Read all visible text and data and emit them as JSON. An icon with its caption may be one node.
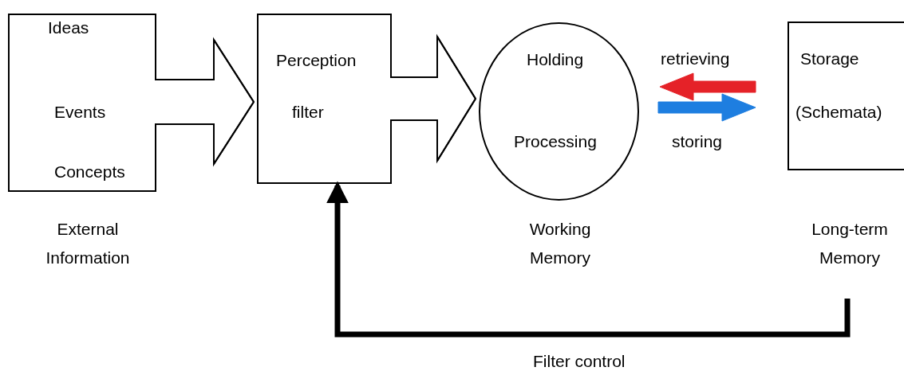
{
  "diagram": {
    "nodes": [
      {
        "text": [
          "Ideas",
          "Events",
          "Concepts"
        ],
        "beside": [
          "External Information"
        ]
      },
      {
        "text": [
          "Perception",
          "filter"
        ]
      },
      {
        "text": [
          "Holding",
          "Processing"
        ],
        "beside": [
          "Working Memory"
        ]
      },
      {
        "text": [
          "Storage",
          "(Schemata)"
        ],
        "beside": [
          "Long-term Memory"
        ]
      }
    ],
    "edges": [
      {
        "from": 0,
        "to": 1,
        "arrow": "to"
      },
      {
        "from": 1,
        "to": 2,
        "arrow": "to"
      },
      {
        "from": 3,
        "to": 2,
        "arrow": "to",
        "label": "retrieving",
        "color": "#e52228"
      },
      {
        "from": 2,
        "to": 3,
        "arrow": "to",
        "label": "storing",
        "color": "#1e7ee0"
      },
      {
        "from": 3,
        "to": 1,
        "arrow": "to",
        "label": "Filter control",
        "style": "thick"
      }
    ]
  }
}
